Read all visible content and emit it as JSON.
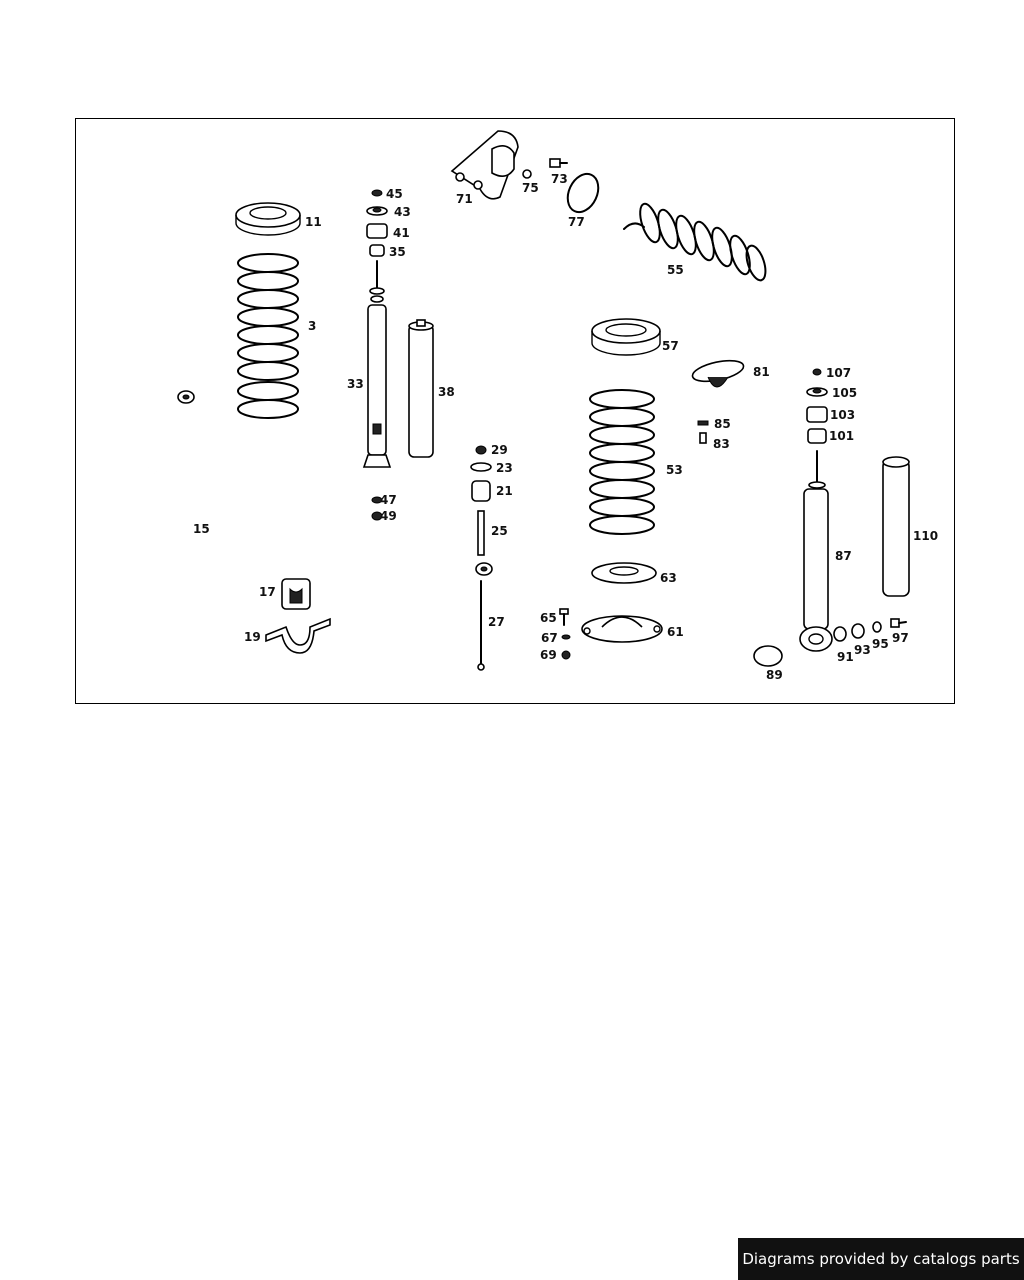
{
  "diagram": {
    "callouts": [
      {
        "id": "c3",
        "text": "3"
      },
      {
        "id": "c11",
        "text": "11"
      },
      {
        "id": "c15",
        "text": "15"
      },
      {
        "id": "c17",
        "text": "17"
      },
      {
        "id": "c19",
        "text": "19"
      },
      {
        "id": "c21",
        "text": "21"
      },
      {
        "id": "c23",
        "text": "23"
      },
      {
        "id": "c25",
        "text": "25"
      },
      {
        "id": "c27",
        "text": "27"
      },
      {
        "id": "c29",
        "text": "29"
      },
      {
        "id": "c33",
        "text": "33"
      },
      {
        "id": "c35",
        "text": "35"
      },
      {
        "id": "c38",
        "text": "38"
      },
      {
        "id": "c41",
        "text": "41"
      },
      {
        "id": "c43",
        "text": "43"
      },
      {
        "id": "c45",
        "text": "45"
      },
      {
        "id": "c47",
        "text": "47"
      },
      {
        "id": "c49",
        "text": "49"
      },
      {
        "id": "c53",
        "text": "53"
      },
      {
        "id": "c55",
        "text": "55"
      },
      {
        "id": "c57",
        "text": "57"
      },
      {
        "id": "c61",
        "text": "61"
      },
      {
        "id": "c63",
        "text": "63"
      },
      {
        "id": "c65",
        "text": "65"
      },
      {
        "id": "c67",
        "text": "67"
      },
      {
        "id": "c69",
        "text": "69"
      },
      {
        "id": "c71",
        "text": "71"
      },
      {
        "id": "c73",
        "text": "73"
      },
      {
        "id": "c75",
        "text": "75"
      },
      {
        "id": "c77",
        "text": "77"
      },
      {
        "id": "c81",
        "text": "81"
      },
      {
        "id": "c83",
        "text": "83"
      },
      {
        "id": "c85",
        "text": "85"
      },
      {
        "id": "c87",
        "text": "87"
      },
      {
        "id": "c89",
        "text": "89"
      },
      {
        "id": "c91",
        "text": "91"
      },
      {
        "id": "c93",
        "text": "93"
      },
      {
        "id": "c95",
        "text": "95"
      },
      {
        "id": "c97",
        "text": "97"
      },
      {
        "id": "c101",
        "text": "101"
      },
      {
        "id": "c103",
        "text": "103"
      },
      {
        "id": "c105",
        "text": "105"
      },
      {
        "id": "c107",
        "text": "107"
      },
      {
        "id": "c110",
        "text": "110"
      }
    ]
  },
  "footer": {
    "credit": "Diagrams provided by catalogs parts"
  }
}
